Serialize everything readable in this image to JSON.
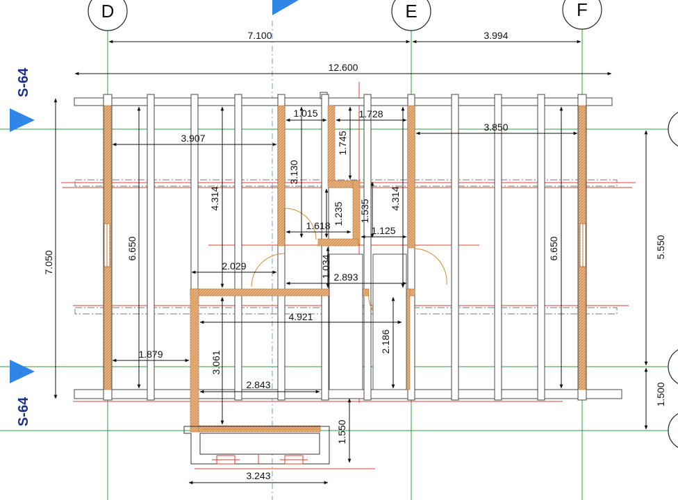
{
  "grid_axes": {
    "d": "D",
    "e": "E",
    "f": "F"
  },
  "section_marks": {
    "top": "S-64",
    "bottom": "S-64"
  },
  "colors": {
    "wall": "#e7b27e",
    "axis": "#2e9c40",
    "red": "#e03b2f",
    "arrow": "#2f86e6",
    "section": "#1c2e8c"
  },
  "dimensions": {
    "d_to_e": "7.100",
    "e_to_f": "3.994",
    "overall_width": "12.600",
    "left_height": "7.050",
    "right_upper": "5.550",
    "right_lower": "1.500",
    "room_width_a": "3.907",
    "span_a": "1.015",
    "span_b": "1.728",
    "right_room_width": "3.850",
    "corridor_h": "1.745",
    "room_h_a": "3.130",
    "room_h_b": "4.314",
    "room_h_c": "4.314",
    "wall_a": "1.235",
    "wall_b": "1.535",
    "span_c": "1.618",
    "span_d": "1.125",
    "left_room_h": "6.650",
    "right_room_h": "6.650",
    "span_e": "2.029",
    "span_f": "1.034",
    "span_g": "2.893",
    "hall_width": "4.921",
    "span_h": "2.186",
    "span_i": "1.879",
    "span_j": "3.061",
    "span_k": "2.843",
    "porch_h": "1.550",
    "porch_w": "3.243"
  }
}
